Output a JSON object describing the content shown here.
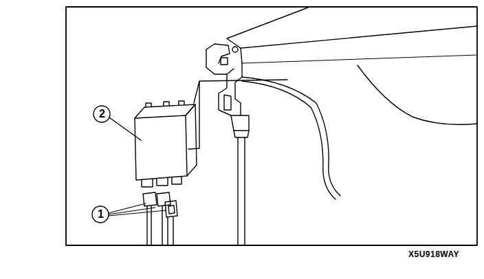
{
  "diagram": {
    "labels": [
      "2",
      "1",
      "X5U918WAY"
    ]
  }
}
